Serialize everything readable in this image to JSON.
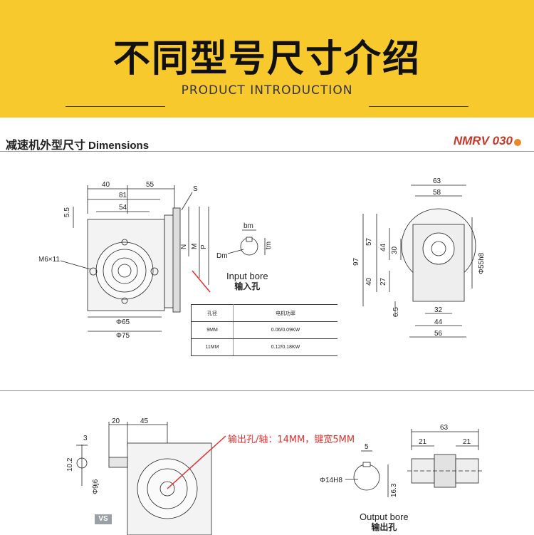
{
  "banner": {
    "title": "不同型号尺寸介绍",
    "subtitle": "PRODUCT INTRODUCTION"
  },
  "section": {
    "title_cn": "减速机外型尺寸",
    "title_en": "Dimensions",
    "model": "NMRV 030"
  },
  "top_left_drawing": {
    "dims": [
      "40",
      "55",
      "81",
      "54",
      "5.5",
      "S",
      "4-M6×11",
      "N",
      "M",
      "P",
      "Φ65",
      "Φ75"
    ]
  },
  "input_bore": {
    "dims": [
      "bm",
      "tm",
      "Dm"
    ],
    "label_en": "Input bore",
    "label_cn": "输入孔"
  },
  "motor_table": {
    "headers": [
      "孔径",
      "电机功率"
    ],
    "rows": [
      [
        "9MM",
        "0.06/0.09KW"
      ],
      [
        "11MM",
        "0.12/0.18KW"
      ]
    ]
  },
  "top_right_drawing": {
    "dims": [
      "63",
      "58",
      "97",
      "57",
      "44",
      "30",
      "40",
      "27",
      "6.5",
      "32",
      "44",
      "56",
      "Φ55h8"
    ]
  },
  "bottom_left_drawing": {
    "dims": [
      "20",
      "45",
      "3",
      "10.2",
      "Φ9j6"
    ],
    "badge": "VS"
  },
  "output_note": "输出孔/轴：14MM，键宽5MM",
  "output_bore": {
    "dims": [
      "5",
      "Φ14H8",
      "16.3"
    ],
    "label_en": "Output bore",
    "label_cn": "输出孔"
  },
  "bottom_right_drawing": {
    "dims": [
      "63",
      "21",
      "21"
    ]
  }
}
